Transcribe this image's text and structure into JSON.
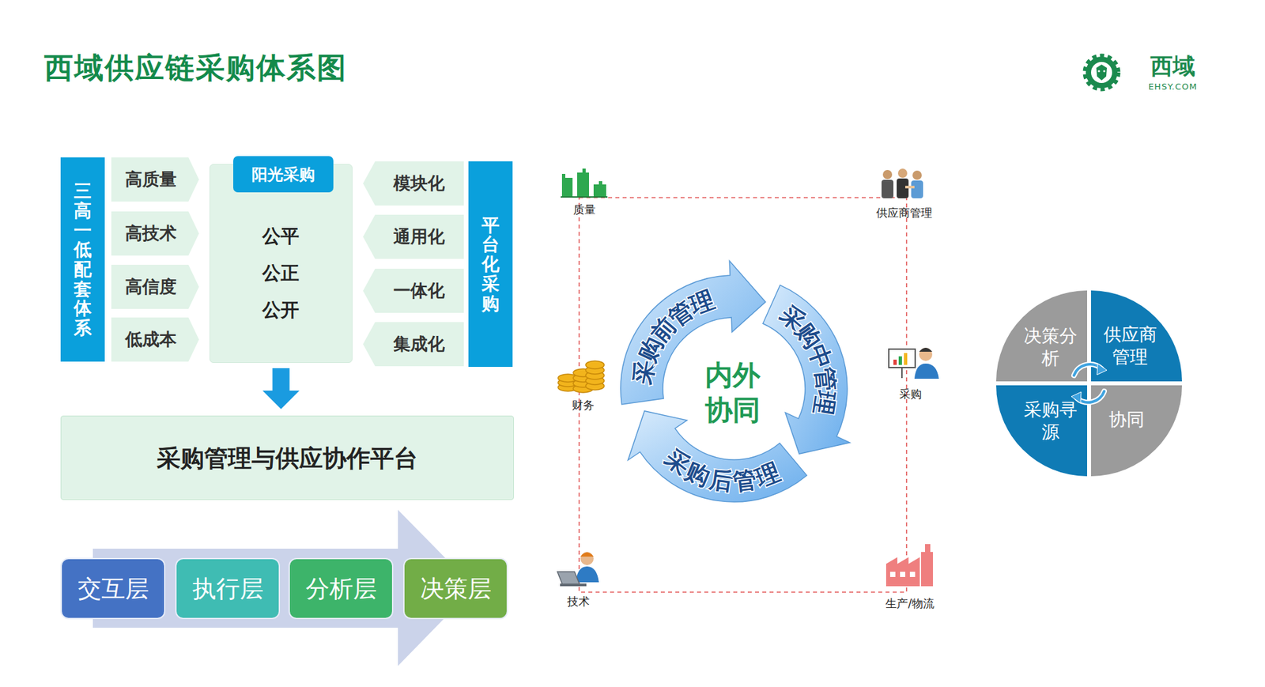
{
  "diagram": {
    "title": "西域供应链采购体系图",
    "nodes": [
      {
        "text": [
          "三高一低配套体系"
        ]
      },
      {
        "text": [
          "高质量"
        ]
      },
      {
        "text": [
          "高技术"
        ]
      },
      {
        "text": [
          "高信度"
        ]
      },
      {
        "text": [
          "低成本"
        ]
      },
      {
        "text": [
          "公平 公正 公开"
        ]
      },
      {
        "text": [
          "阳光采购"
        ],
        "in": 5
      },
      {
        "text": [
          "模块化"
        ]
      },
      {
        "text": [
          "通用化"
        ]
      },
      {
        "text": [
          "一体化"
        ]
      },
      {
        "text": [
          "集成化"
        ]
      },
      {
        "text": [
          "平台化采购"
        ]
      },
      {
        "text": [
          "采购管理与供应协作平台"
        ]
      },
      {
        "text": [
          "交互层"
        ]
      },
      {
        "text": [
          "执行层"
        ]
      },
      {
        "text": [
          "分析层"
        ]
      },
      {
        "text": [
          "决策层"
        ]
      },
      {
        "text": [
          "决策分析"
        ]
      },
      {
        "text": [
          "供应商管理"
        ]
      },
      {
        "text": [
          "采购寻源"
        ]
      },
      {
        "text": [
          "协同"
        ]
      }
    ],
    "edges": [
      {
        "from": 5,
        "to": 12,
        "arrow": "to"
      }
    ],
    "labels": [
      "西域",
      "EHSY.COM",
      "质量",
      "供应商管理",
      "财务",
      "采购",
      "技术",
      "生产/物流",
      "采购前管理",
      "采购中管理",
      "采购后管理",
      "内外协同"
    ]
  }
}
